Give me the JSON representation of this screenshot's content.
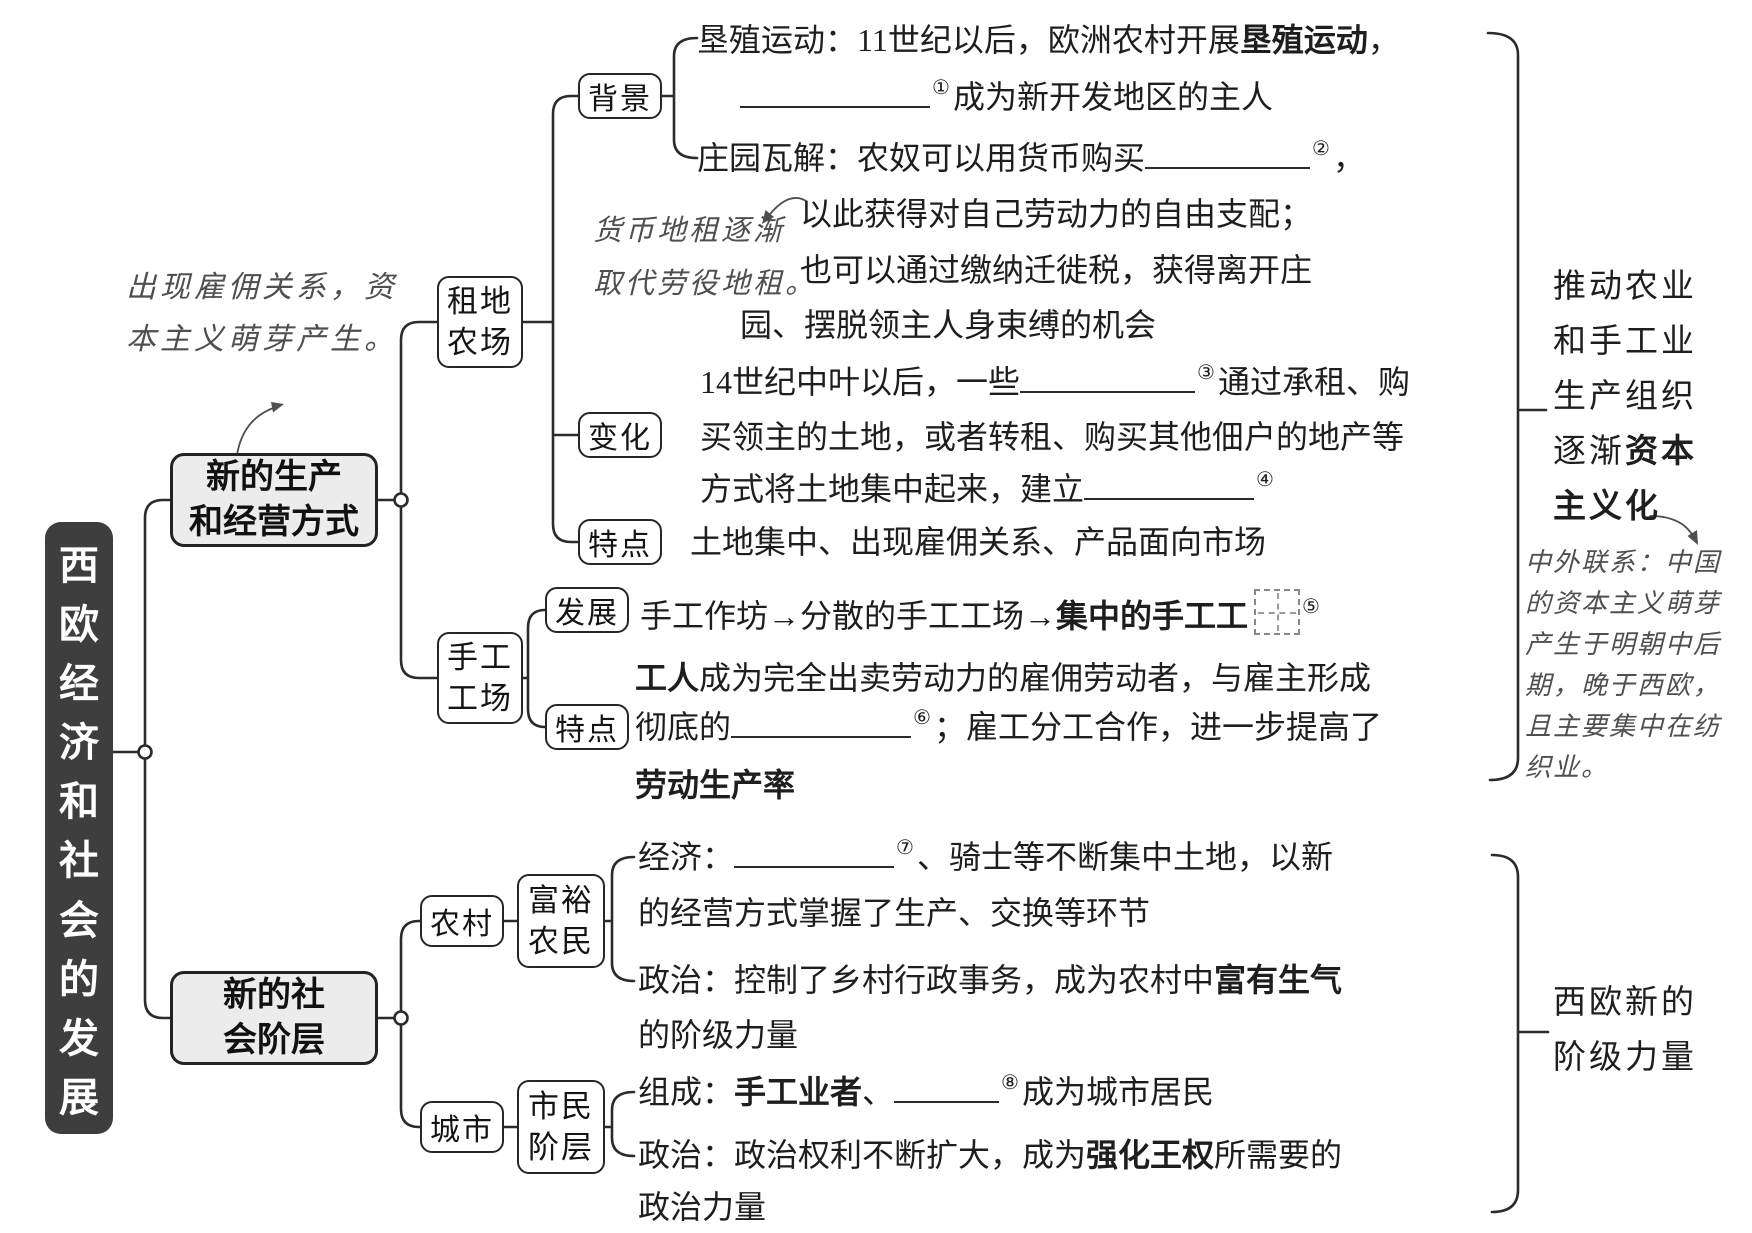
{
  "colors": {
    "ink": "#2b2b2b",
    "handwriting": "#4f4f4f",
    "node_fill": "#ececec",
    "title_bg": "#3e3e3e",
    "title_text": "#ffffff",
    "paper": "#ffffff"
  },
  "root": {
    "label": "西欧经济和社会的发展"
  },
  "branches": {
    "production": {
      "lines": [
        "新的生产",
        "和经营方式"
      ]
    },
    "social": {
      "lines": [
        "新的社",
        "会阶层"
      ]
    }
  },
  "nodes": {
    "tenant_farm": "租地农场",
    "handicraft_workshop": "手工工场",
    "rural": "农村",
    "urban": "城市",
    "rich_peasants": "富裕农民",
    "citizen_class": "市民阶层"
  },
  "labels": {
    "background": "背景",
    "change": "变化",
    "feature": "特点",
    "development": "发展",
    "feature2": "特点"
  },
  "side_labels": {
    "top_lines": [
      [
        {
          "t": "推动农业"
        }
      ],
      [
        {
          "t": "和手工业"
        }
      ],
      [
        {
          "t": "生产组织"
        }
      ],
      [
        {
          "t": "逐渐"
        },
        {
          "t": "资本",
          "b": 1
        }
      ],
      [
        {
          "t": "主义化",
          "b": 1
        }
      ]
    ],
    "bottom_lines": [
      [
        {
          "t": "西欧新的"
        }
      ],
      [
        {
          "t": "阶级力量"
        }
      ]
    ]
  },
  "annotations": {
    "note_employment": [
      "出现雇佣关系，资",
      "本主义萌芽产生。"
    ],
    "note_rent": [
      "货币地租逐渐",
      "取代劳役地租。"
    ],
    "note_china": [
      "中外联系：中国",
      "的资本主义萌芽",
      "产生于明朝中后",
      "期，晚于西欧，",
      "且主要集中在纺",
      "织业。"
    ]
  },
  "content_lines": [
    {
      "segs": [
        {
          "t": "垦殖运动：11世纪以后，欧洲农村开展"
        },
        {
          "t": "垦殖运动",
          "b": 1
        },
        {
          "t": "，"
        }
      ]
    },
    {
      "segs": [
        {
          "u": 190
        },
        {
          "s": "①"
        },
        {
          "t": "成为新开发地区的主人"
        }
      ]
    },
    {
      "segs": [
        {
          "t": "庄园瓦解：农奴可以用货币购买"
        },
        {
          "u": 165
        },
        {
          "s": "②"
        },
        {
          "t": "，"
        }
      ]
    },
    {
      "segs": [
        {
          "t": "以此获得对自己劳动力的自由支配；"
        }
      ]
    },
    {
      "segs": [
        {
          "t": "也可以通过缴纳迁徙税，获得离开庄"
        }
      ]
    },
    {
      "segs": [
        {
          "t": "园、摆脱领主人身束缚的机会"
        }
      ]
    },
    {
      "segs": [
        {
          "t": "14世纪中叶以后，一些"
        },
        {
          "u": 175
        },
        {
          "s": "③"
        },
        {
          "t": "通过承租、购"
        }
      ]
    },
    {
      "segs": [
        {
          "t": "买领主的土地，或者转租、购买其他佃户的地产等"
        }
      ]
    },
    {
      "segs": [
        {
          "t": "方式将土地集中起来，建立"
        },
        {
          "u": 170
        },
        {
          "s": "④"
        }
      ]
    },
    {
      "segs": [
        {
          "t": "土地集中、出现雇佣关系、产品面向市场"
        }
      ]
    },
    {
      "segs": [
        {
          "t": "手工作坊→分散的手工工场→"
        },
        {
          "t": "集中的手工工",
          "b": 1
        },
        {
          "g": 1
        },
        {
          "s": "⑤"
        }
      ]
    },
    {
      "segs": [
        {
          "t": "工人",
          "b": 1
        },
        {
          "t": "成为完全出卖劳动力的雇佣劳动者，与雇主形成"
        }
      ]
    },
    {
      "segs": [
        {
          "t": "彻底的"
        },
        {
          "u": 180
        },
        {
          "s": "⑥"
        },
        {
          "t": "；雇工分工合作，进一步提高了"
        }
      ]
    },
    {
      "segs": [
        {
          "t": "劳动生产率",
          "b": 1
        }
      ]
    },
    {
      "segs": [
        {
          "t": "经济："
        },
        {
          "u": 160
        },
        {
          "s": "⑦"
        },
        {
          "t": "、骑士等不断集中土地，以新"
        }
      ]
    },
    {
      "segs": [
        {
          "t": "的经营方式掌握了生产、交换等环节"
        }
      ]
    },
    {
      "segs": [
        {
          "t": "政治：控制了乡村行政事务，成为农村中"
        },
        {
          "t": "富有生气",
          "b": 1
        }
      ]
    },
    {
      "segs": [
        {
          "t": "的阶级力量"
        }
      ]
    },
    {
      "segs": [
        {
          "t": "组成："
        },
        {
          "t": "手工业者",
          "b": 1
        },
        {
          "t": "、"
        },
        {
          "u": 105
        },
        {
          "s": "⑧"
        },
        {
          "t": "成为城市居民"
        }
      ]
    },
    {
      "segs": [
        {
          "t": "政治：政治权利不断扩大，成为"
        },
        {
          "t": "强化王权",
          "b": 1
        },
        {
          "t": "所需要的"
        }
      ]
    },
    {
      "segs": [
        {
          "t": "政治力量"
        }
      ]
    }
  ]
}
